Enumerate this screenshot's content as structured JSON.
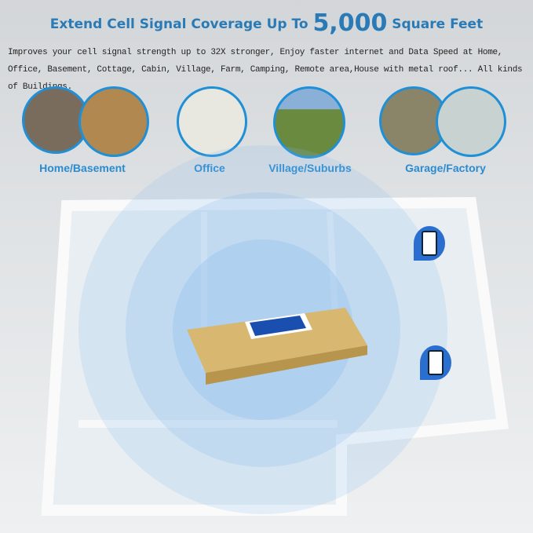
{
  "headline": {
    "prefix": "Extend Cell Signal Coverage Up To",
    "number": "5,000",
    "suffix": "Square Feet"
  },
  "description": "Improves your cell signal strength up to 32X stronger, Enjoy faster internet and Data Speed at Home, Office, Basement, Cottage, Cabin, Village, Farm, Camping, Remote area,House with metal roof... All kinds of Buildings.",
  "locations": [
    {
      "label": "Home/Basement"
    },
    {
      "label": "Office"
    },
    {
      "label": "Village/Suburbs"
    },
    {
      "label": "Garage/Factory"
    }
  ],
  "colors": {
    "accent": "#2a7ab6",
    "circle_border": "#1f8fd6",
    "signal": "#7fb8ee",
    "device": "#d8b870"
  }
}
